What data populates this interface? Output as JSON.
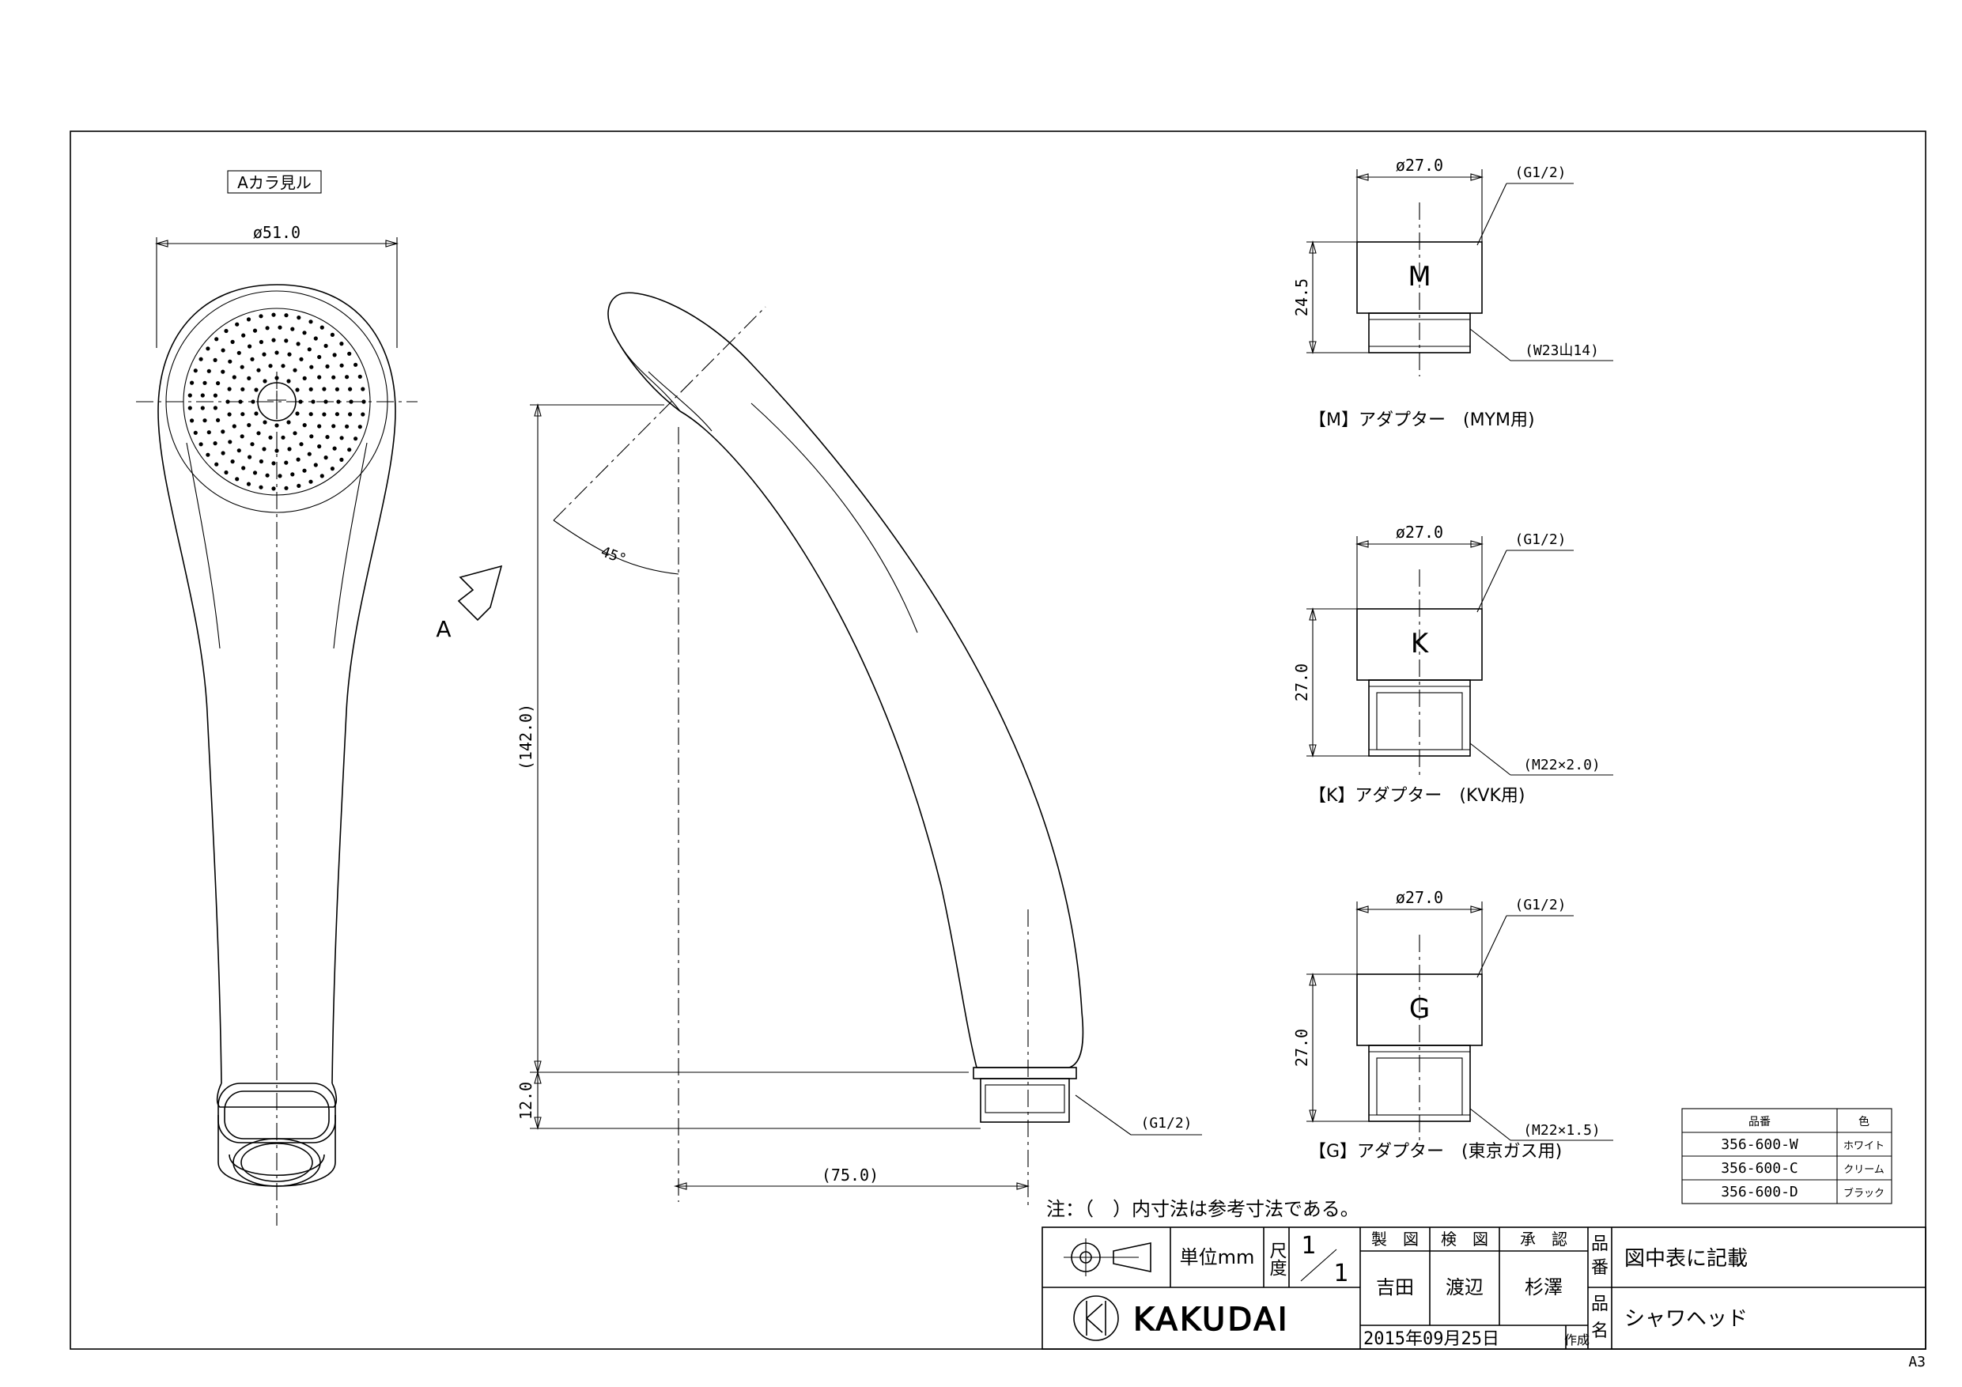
{
  "view_label": "Aカラ見ル",
  "arrow_label": "A",
  "dimensions": {
    "head_diameter": "ø51.0",
    "angle": "45°",
    "height": "(142.0)",
    "bottom": "12.0",
    "reach": "(75.0)",
    "outlet_thread": "(G1/2)"
  },
  "adapters": [
    {
      "letter": "M",
      "diameter": "ø27.0",
      "thread_top": "(G1/2)",
      "height": "24.5",
      "thread_bottom": "(W23山14)",
      "caption": "【M】アダプター　(MYM用)"
    },
    {
      "letter": "K",
      "diameter": "ø27.0",
      "thread_top": "(G1/2)",
      "height": "27.0",
      "thread_bottom": "(M22×2.0)",
      "caption": "【K】アダプター　(KVK用)"
    },
    {
      "letter": "G",
      "diameter": "ø27.0",
      "thread_top": "(G1/2)",
      "height": "27.0",
      "thread_bottom": "(M22×1.5)",
      "caption": "【G】アダプター　(東京ガス用)"
    }
  ],
  "color_table": {
    "headers": [
      "品番",
      "色"
    ],
    "rows": [
      [
        "356-600-W",
        "ホワイト"
      ],
      [
        "356-600-C",
        "クリーム"
      ],
      [
        "356-600-D",
        "ブラック"
      ]
    ]
  },
  "note": "注：（　）内寸法は参考寸法である。",
  "title_block": {
    "unit": "単位mm",
    "scale_label": "尺度",
    "scale_num": "1",
    "scale_den": "1",
    "made_label": "製　図",
    "checked_label": "検　図",
    "approved_label": "承　認",
    "made_by": "吉田",
    "checked_by": "渡辺",
    "approved_by": "杉澤",
    "part_no_label_1": "品",
    "part_no_label_2": "番",
    "part_no": "図中表に記載",
    "name_label_1": "品",
    "name_label_2": "名",
    "name": "シャワヘッド",
    "logo": "KAKUDAI",
    "date": "2015年09月25日",
    "made": "作成"
  },
  "sheet_size": "A3"
}
